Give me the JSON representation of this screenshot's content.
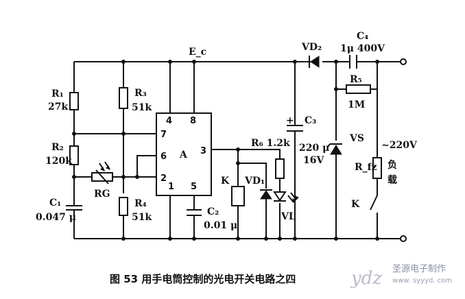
{
  "labels": {
    "r1": "R₁",
    "r1_val": "27k",
    "r2": "R₂",
    "r2_val": "120k",
    "r3": "R₃",
    "r3_val": "51k",
    "r4": "R₄",
    "r4_val": "51k",
    "r5": "R₅",
    "r5_val": "1M",
    "r6": "R₆ 1.2k",
    "c1": "C₁",
    "c1_val": "0.047 μ",
    "c2": "C₂",
    "c2_val": "0.01 μ",
    "c3": "C₃",
    "c3_val1": "220 μ",
    "c3_val2": "16V",
    "c3_plus": "+",
    "c4": "C₄",
    "c4_val": "1μ 400V",
    "vd1": "VD₁",
    "vd2": "VD₂",
    "vl": "VL",
    "vs": "VS",
    "rg": "RG",
    "k1": "K",
    "k2": "K",
    "rfz": "R_fz",
    "load1": "负",
    "load2": "载",
    "ec": "E_c",
    "mains": "~220V",
    "ic": "A",
    "pin1": "1",
    "pin2": "2",
    "pin3": "3",
    "pin4": "4",
    "pin5": "5",
    "pin6": "6",
    "pin7": "7",
    "pin8": "8"
  },
  "caption": "图 53   用手电筒控制的光电开关电路之四",
  "watermark": {
    "logo": "ydz",
    "name": "圣源电子制作",
    "url": "www. syyyd. com"
  }
}
